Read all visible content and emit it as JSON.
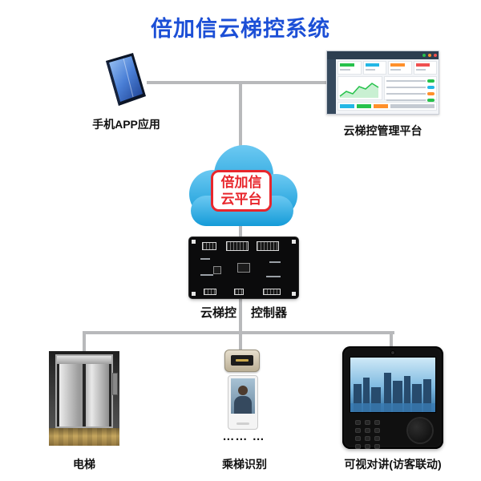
{
  "title": "倍加信云梯控系统",
  "colors": {
    "title_blue": "#1c4fd6",
    "connector_gray": "#b8b9bb",
    "cloud_blue": "#1aa3dd",
    "badge_red": "#e8262c"
  },
  "nodes": {
    "phone": {
      "label": "手机APP应用"
    },
    "platform": {
      "label": "云梯控管理平台"
    },
    "cloud": {
      "badge_line1": "倍加信",
      "badge_line2": "云平台"
    },
    "controller": {
      "label_left": "云梯控",
      "label_right": "控制器"
    },
    "elevator": {
      "label": "电梯"
    },
    "reader": {
      "dots": "…… …",
      "label": "乘梯识别"
    },
    "intercom": {
      "label": "可视对讲(访客联动)"
    }
  }
}
